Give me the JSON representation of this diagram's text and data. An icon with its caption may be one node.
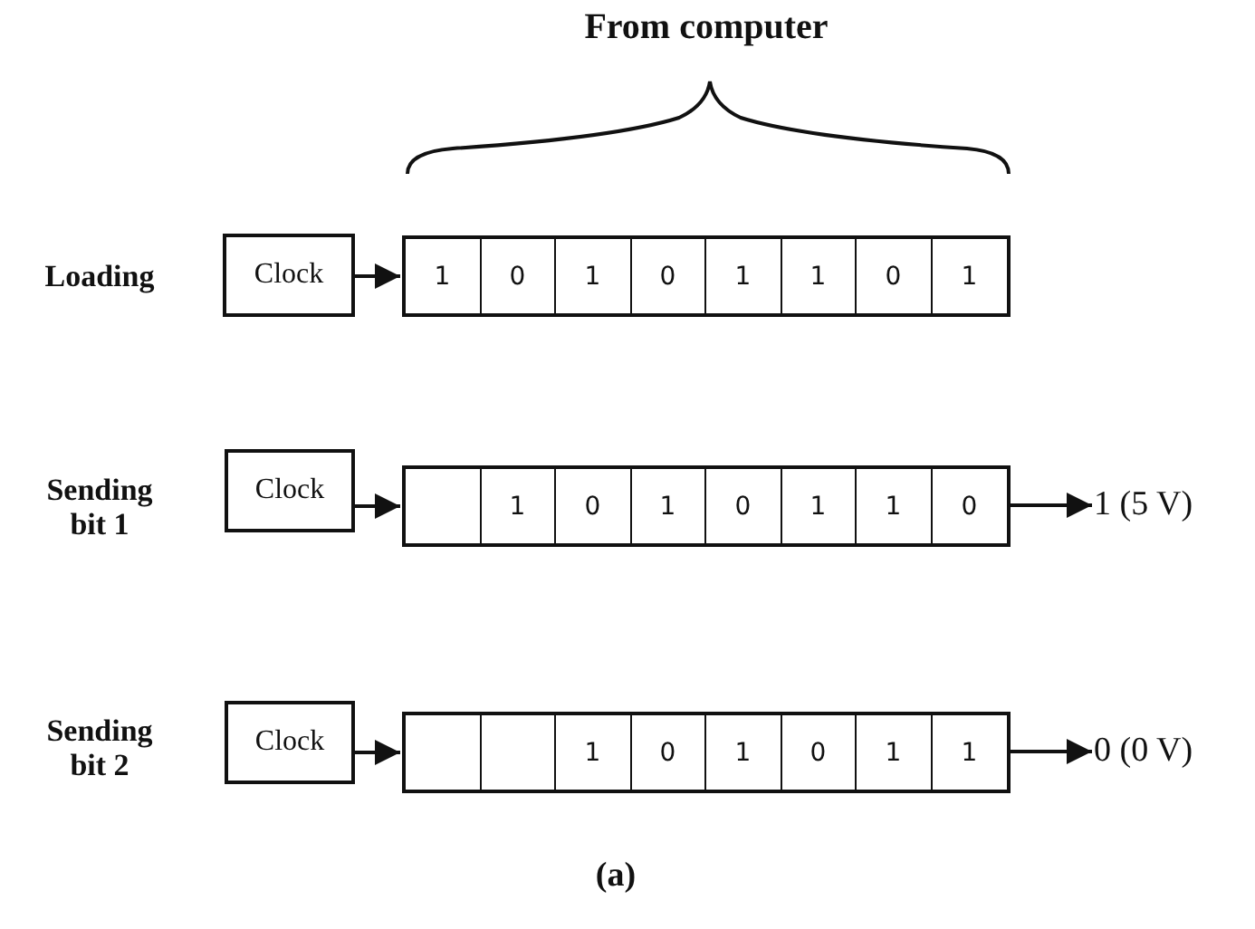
{
  "diagram": {
    "caption": "(a)",
    "nodes": [
      {
        "text": [
          "Clock"
        ]
      },
      {
        "text": [],
        "shape": "box"
      },
      {
        "text": [
          "1"
        ],
        "in": 1
      },
      {
        "text": [
          "0"
        ],
        "in": 1
      },
      {
        "text": [
          "1"
        ],
        "in": 1
      },
      {
        "text": [
          "0"
        ],
        "in": 1
      },
      {
        "text": [
          "1"
        ],
        "in": 1
      },
      {
        "text": [
          "1"
        ],
        "in": 1
      },
      {
        "text": [
          "0"
        ],
        "in": 1
      },
      {
        "text": [
          "1"
        ],
        "in": 1
      },
      {
        "text": [
          "Clock"
        ]
      },
      {
        "text": [],
        "shape": "box"
      },
      {
        "text": [],
        "shape": "box",
        "in": 11
      },
      {
        "text": [
          "1"
        ],
        "in": 11
      },
      {
        "text": [
          "0"
        ],
        "in": 11
      },
      {
        "text": [
          "1"
        ],
        "in": 11
      },
      {
        "text": [
          "0"
        ],
        "in": 11
      },
      {
        "text": [
          "1"
        ],
        "in": 11
      },
      {
        "text": [
          "1"
        ],
        "in": 11
      },
      {
        "text": [
          "0"
        ],
        "in": 11
      },
      {
        "text": [
          "1 (5 V)"
        ]
      },
      {
        "text": [
          "Clock"
        ]
      },
      {
        "text": [],
        "shape": "box"
      },
      {
        "text": [],
        "shape": "box",
        "in": 22
      },
      {
        "text": [],
        "shape": "box",
        "in": 22
      },
      {
        "text": [
          "1"
        ],
        "in": 22
      },
      {
        "text": [
          "0"
        ],
        "in": 22
      },
      {
        "text": [
          "1"
        ],
        "in": 22
      },
      {
        "text": [
          "0"
        ],
        "in": 22
      },
      {
        "text": [
          "1"
        ],
        "in": 22
      },
      {
        "text": [
          "1"
        ],
        "in": 22
      },
      {
        "text": [
          "0 (0 V)"
        ]
      }
    ],
    "edges": [
      {
        "from": 0,
        "to": 1,
        "arrow": "to"
      },
      {
        "from": 10,
        "to": 11,
        "arrow": "to"
      },
      {
        "from": 11,
        "to": 20,
        "arrow": "to"
      },
      {
        "from": 21,
        "to": 22,
        "arrow": "to"
      },
      {
        "from": 22,
        "to": 31,
        "arrow": "to"
      }
    ],
    "labels": [
      "From computer",
      "Loading",
      "Sending bit 1",
      "Sending bit 2"
    ]
  }
}
